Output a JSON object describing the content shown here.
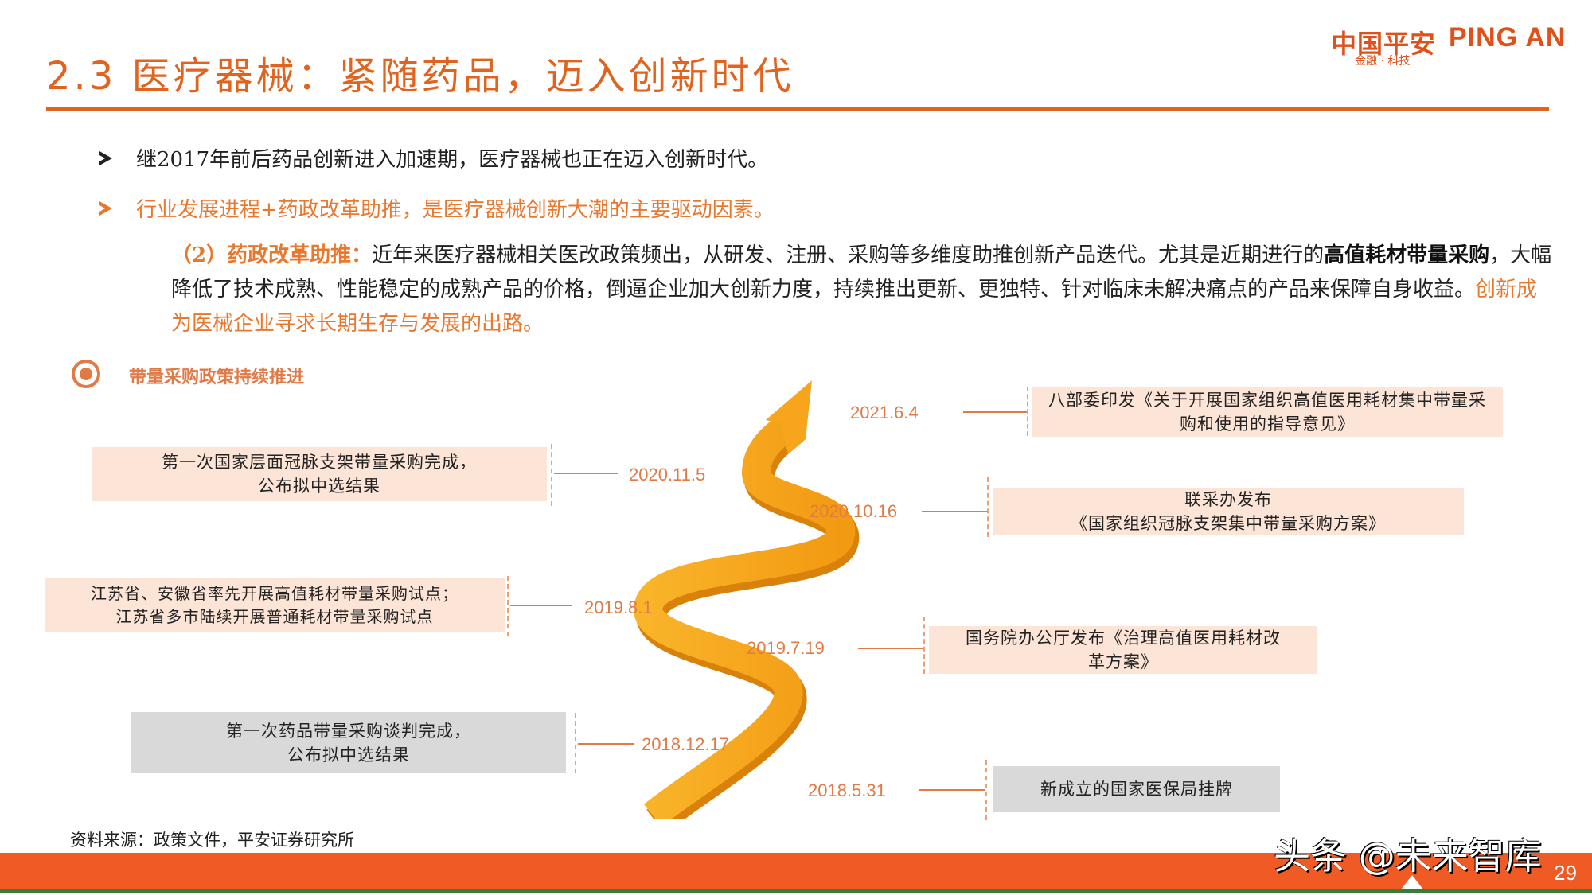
{
  "header": {
    "title": "2.3 医疗器械：紧随药品，迈入创新时代",
    "logo_cn": "中国平安",
    "logo_en": "PING AN",
    "logo_sub": "金融 · 科技"
  },
  "bullets": [
    {
      "text": "继2017年前后药品创新进入加速期，医疗器械也正在迈入创新时代。",
      "color": "#222222"
    },
    {
      "text": "行业发展进程+药政改革助推，是医疗器械创新大潮的主要驱动因素。",
      "color": "#e9782f"
    }
  ],
  "paragraph": {
    "label": "（2）药政改革助推：",
    "part1": "近年来医疗器械相关医改政策频出，从研发、注册、采购等多维度助推创新产品迭代。尤其是近期进行的",
    "bold": "高值耗材带量采购",
    "part2": "，大幅降低了技术成熟、性能稳定的成熟产品的价格，倒逼企业加大创新力度，持续推出更新、更独特、针对临床未解决痛点的产品来保障自身收益。",
    "highlight": "创新成为医械企业寻求长期生存与发展的出路。"
  },
  "section": {
    "label": "带量采购政策持续推进"
  },
  "timeline": {
    "left": [
      {
        "date": "2020.11.5",
        "text": "第一次国家层面冠脉支架带量采购完成，\n公布拟中选结果",
        "style": "pink"
      },
      {
        "date": "2019.8.1",
        "text": "江苏省、安徽省率先开展高值耗材带量采购试点；\n江苏省多市陆续开展普通耗材带量采购试点",
        "style": "pink"
      },
      {
        "date": "2018.12.17",
        "text": "第一次药品带量采购谈判完成，\n公布拟中选结果",
        "style": "grey"
      }
    ],
    "right": [
      {
        "date": "2021.6.4",
        "text": "八部委印发《关于开展国家组织高值医用耗材集中带量采购和使用的指导意见》",
        "style": "pink"
      },
      {
        "date": "2020.10.16",
        "text": "联采办发布\n《国家组织冠脉支架集中带量采购方案》",
        "style": "pink"
      },
      {
        "date": "2019.7.19",
        "text": "国务院办公厅发布《治理高值医用耗材改革方案》",
        "style": "pink"
      },
      {
        "date": "2018.5.31",
        "text": "新成立的国家医保局挂牌",
        "style": "grey"
      }
    ]
  },
  "footer": {
    "source": "资料来源：政策文件，平安证券研究所",
    "watermark": "头条 @未来智库",
    "page_number": "29"
  },
  "colors": {
    "brand_orange": "#e0641f",
    "accent_orange": "#e9782f",
    "box_pink": "#fce4d6",
    "box_grey": "#d9d9d9",
    "arrow_yellow": "#f7a51c",
    "footer_band": "#f05a24",
    "footer_green": "#3a7d3a"
  }
}
